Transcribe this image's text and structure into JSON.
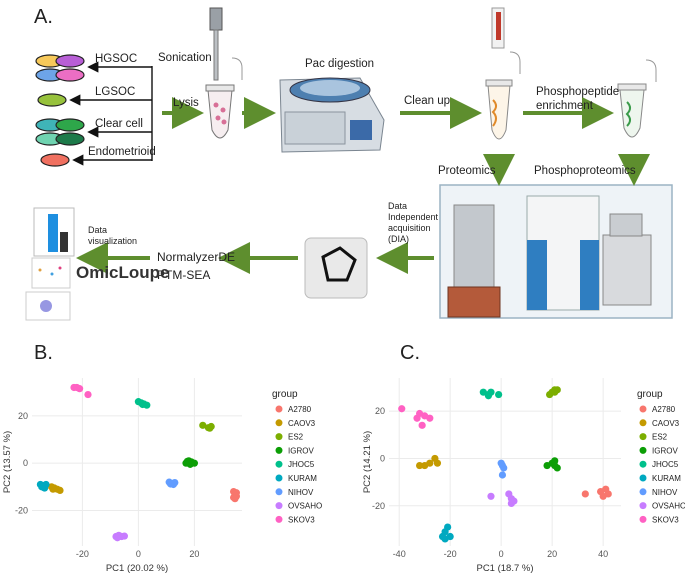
{
  "panels": {
    "a": "A.",
    "b": "B.",
    "c": "C."
  },
  "workflow": {
    "cancer_types": [
      "HGSOC",
      "LGSOC",
      "Clear cell",
      "Endometrioid"
    ],
    "steps": {
      "sonication": "Sonication",
      "lysis": "Lysis",
      "pac_digestion": "Pac digestion",
      "clean_up": "Clean up",
      "phospho_enrichment": "Phosphopeptide\nenrichment",
      "proteomics": "Proteomics",
      "phosphoproteomics": "Phosphoproteomics",
      "dia": "Data\nIndependent\nacquisition\n(DIA)",
      "normalyzer": "NormalyzerDE",
      "ptmsea": "PTM-SEA",
      "omicloupe": "OmicLoupe",
      "data_viz": "Data\nvisualization"
    },
    "colors": {
      "arrow": "#5e8e2e"
    }
  },
  "chart_data": [
    {
      "type": "scatter",
      "panel": "B.",
      "xlabel": "PC1 (20.02 %)",
      "ylabel": "PC2 (13.57 %)",
      "xticks": [
        -20,
        0,
        20
      ],
      "yticks": [
        -20,
        0,
        20
      ],
      "xlim": [
        -38,
        37
      ],
      "ylim": [
        -35,
        36
      ],
      "legend_title": "group",
      "legend_position": "right",
      "series": [
        {
          "name": "A2780",
          "color": "#f8766d",
          "points": [
            [
              34,
              -12
            ],
            [
              34.5,
              -13
            ],
            [
              35,
              -14
            ],
            [
              34,
              -14.5
            ],
            [
              35,
              -12.5
            ],
            [
              34.5,
              -15
            ]
          ]
        },
        {
          "name": "CAOV3",
          "color": "#c49a00",
          "points": [
            [
              -31,
              -10
            ],
            [
              -30,
              -10.5
            ],
            [
              -29,
              -11
            ],
            [
              -28,
              -11.5
            ],
            [
              -30.5,
              -11
            ]
          ]
        },
        {
          "name": "ES2",
          "color": "#7cae00",
          "points": [
            [
              23,
              16
            ],
            [
              25,
              15
            ],
            [
              26,
              15.5
            ],
            [
              25.5,
              14.8
            ]
          ]
        },
        {
          "name": "IGROV",
          "color": "#0c9e06",
          "points": [
            [
              17,
              0
            ],
            [
              18,
              1
            ],
            [
              19,
              0.5
            ],
            [
              20,
              0
            ],
            [
              18.5,
              -0.5
            ],
            [
              17.5,
              0.8
            ]
          ]
        },
        {
          "name": "JHOC5",
          "color": "#00c08b",
          "points": [
            [
              0,
              26
            ],
            [
              1,
              25.5
            ],
            [
              2,
              25
            ],
            [
              3,
              24.5
            ],
            [
              1.5,
              24.8
            ]
          ]
        },
        {
          "name": "KURAM",
          "color": "#00a9c0",
          "points": [
            [
              -35,
              -9
            ],
            [
              -34,
              -9.5
            ],
            [
              -33,
              -9
            ],
            [
              -34.5,
              -10
            ],
            [
              -33.5,
              -10.5
            ]
          ]
        },
        {
          "name": "NIHOV",
          "color": "#619cff",
          "points": [
            [
              11,
              -8
            ],
            [
              12,
              -8.5
            ],
            [
              13,
              -8.2
            ],
            [
              12.5,
              -9
            ],
            [
              11.5,
              -8.8
            ]
          ]
        },
        {
          "name": "OVSAHO",
          "color": "#c77cff",
          "points": [
            [
              -8,
              -31
            ],
            [
              -7,
              -30.5
            ],
            [
              -6,
              -31
            ],
            [
              -5,
              -30.8
            ],
            [
              -7.5,
              -31.5
            ]
          ]
        },
        {
          "name": "SKOV3",
          "color": "#ff61c3",
          "points": [
            [
              -23,
              32
            ],
            [
              -22,
              32
            ],
            [
              -21,
              31.5
            ],
            [
              -18,
              29
            ]
          ]
        }
      ]
    },
    {
      "type": "scatter",
      "panel": "C.",
      "xlabel": "PC1 (18.7 %)",
      "ylabel": "PC2 (14.21 %)",
      "xticks": [
        -40,
        -20,
        0,
        20,
        40
      ],
      "yticks": [
        -20,
        0,
        20
      ],
      "xlim": [
        -44,
        47
      ],
      "ylim": [
        -37,
        34
      ],
      "legend_title": "group",
      "legend_position": "right",
      "series": [
        {
          "name": "A2780",
          "color": "#f8766d",
          "points": [
            [
              33,
              -15
            ],
            [
              39,
              -14
            ],
            [
              40,
              -16
            ],
            [
              42,
              -15
            ],
            [
              41,
              -13
            ]
          ]
        },
        {
          "name": "CAOV3",
          "color": "#c49a00",
          "points": [
            [
              -32,
              -3
            ],
            [
              -30,
              -3
            ],
            [
              -28,
              -2
            ],
            [
              -26,
              0
            ],
            [
              -25,
              -2
            ]
          ]
        },
        {
          "name": "ES2",
          "color": "#7cae00",
          "points": [
            [
              19,
              27
            ],
            [
              20,
              28
            ],
            [
              21,
              29
            ],
            [
              22,
              29
            ],
            [
              21,
              28
            ]
          ]
        },
        {
          "name": "IGROV",
          "color": "#0c9e06",
          "points": [
            [
              18,
              -3
            ],
            [
              20,
              -2
            ],
            [
              21,
              -1
            ],
            [
              22,
              -4
            ],
            [
              21,
              -3
            ]
          ]
        },
        {
          "name": "JHOC5",
          "color": "#00c08b",
          "points": [
            [
              -7,
              28
            ],
            [
              -5,
              27
            ],
            [
              -4,
              28
            ],
            [
              -1,
              27
            ],
            [
              -5,
              26.5
            ]
          ]
        },
        {
          "name": "KURAM",
          "color": "#00a9c0",
          "points": [
            [
              -23,
              -33
            ],
            [
              -22,
              -31
            ],
            [
              -21,
              -29
            ],
            [
              -20,
              -33
            ],
            [
              -22,
              -34
            ]
          ]
        },
        {
          "name": "NIHOV",
          "color": "#619cff",
          "points": [
            [
              0,
              -2
            ],
            [
              0.5,
              -3
            ],
            [
              1,
              -4
            ],
            [
              0.5,
              -7
            ]
          ]
        },
        {
          "name": "OVSAHO",
          "color": "#c77cff",
          "points": [
            [
              -4,
              -16
            ],
            [
              3,
              -15
            ],
            [
              4,
              -17
            ],
            [
              5,
              -18
            ],
            [
              4,
              -19
            ]
          ]
        },
        {
          "name": "SKOV3",
          "color": "#ff61c3",
          "points": [
            [
              -39,
              21
            ],
            [
              -33,
              17
            ],
            [
              -31,
              14
            ],
            [
              -28,
              17
            ],
            [
              -30,
              18
            ],
            [
              -32,
              19
            ]
          ]
        }
      ]
    }
  ]
}
